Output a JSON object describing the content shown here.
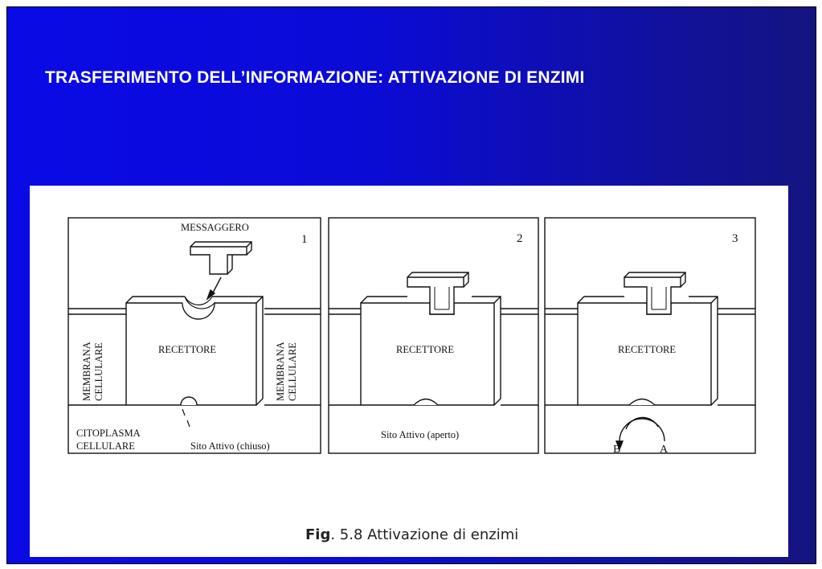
{
  "slide": {
    "title": "TRASFERIMENTO DELL’INFORMAZIONE: ATTIVAZIONE DI ENZIMI"
  },
  "figure": {
    "panels": [
      {
        "number": "1",
        "messenger_label": "MESSAGGERO",
        "receptor_label": "RECETTORE",
        "membrane_left": [
          "MEMBRANA",
          "CELLULARE"
        ],
        "membrane_right": [
          "MEMBRANA",
          "CELLULARE"
        ],
        "cytoplasm": [
          "CITOPLASMA",
          "CELLULARE"
        ],
        "site_label": "Sito Attivo (chiuso)"
      },
      {
        "number": "2",
        "receptor_label": "RECETTORE",
        "site_label": "Sito Attivo (aperto)"
      },
      {
        "number": "3",
        "receptor_label": "RECETTORE",
        "label_b": "B",
        "label_a": "A"
      }
    ],
    "caption_prefix": "Fig",
    "caption_text": ". 5.8 Attivazione di enzimi"
  }
}
